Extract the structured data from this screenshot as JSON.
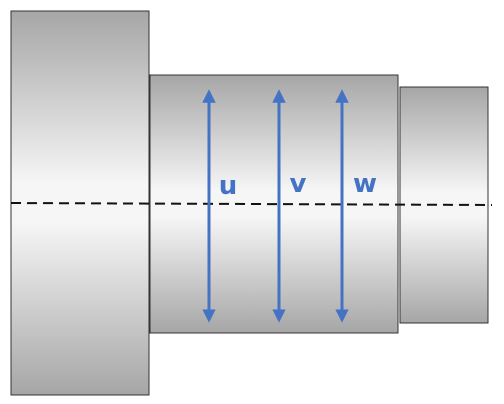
{
  "diagram": {
    "labels": {
      "u": "u",
      "v": "v",
      "w": "w"
    },
    "colors": {
      "arrow": "#4472c4",
      "label": "#4472c4",
      "outline": "#333333",
      "centerline": "#111111",
      "shaft_light": "#f4f4f4",
      "shaft_dark": "#a9a9a9"
    }
  }
}
